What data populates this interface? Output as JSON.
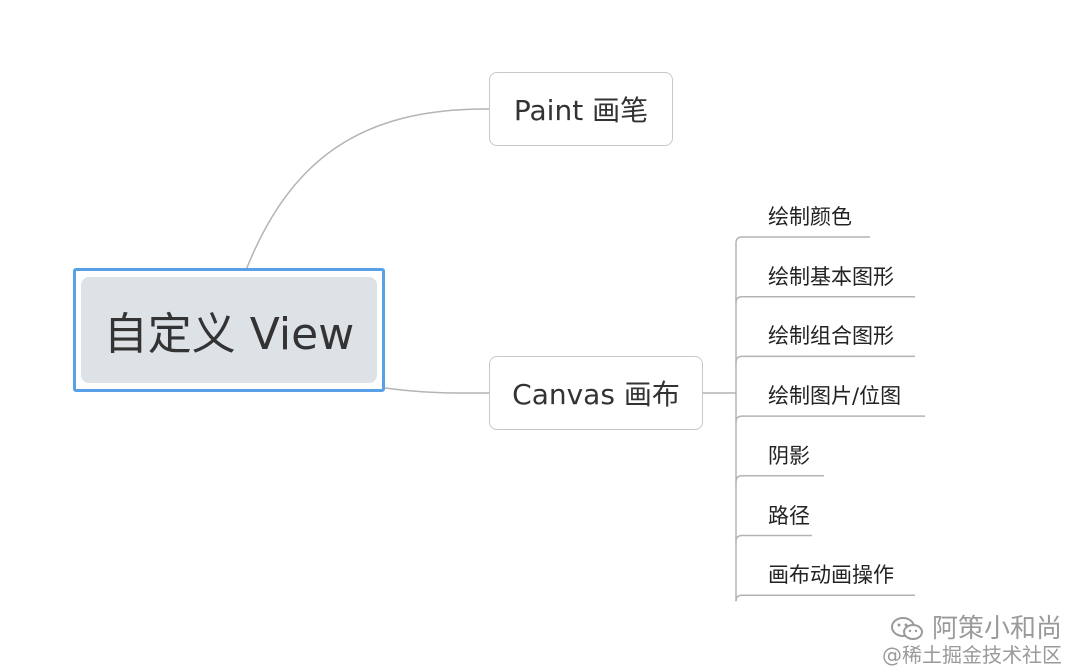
{
  "root": {
    "label": "自定义 View"
  },
  "branches": {
    "paint": {
      "label": "Paint 画笔"
    },
    "canvas": {
      "label": "Canvas 画布"
    }
  },
  "canvas_children": [
    "绘制颜色",
    "绘制基本图形",
    "绘制组合图形",
    "绘制图片/位图",
    "阴影",
    "路径",
    "画布动画操作"
  ],
  "watermark": {
    "icon": "wechat-icon",
    "account": "阿策小和尚",
    "community": "@稀土掘金技术社区"
  },
  "colors": {
    "root_border": "#5aa0e6",
    "root_fill": "#dde2e7",
    "node_border": "#c8c8c8",
    "connector": "#b4b4b4",
    "text": "#333333"
  }
}
